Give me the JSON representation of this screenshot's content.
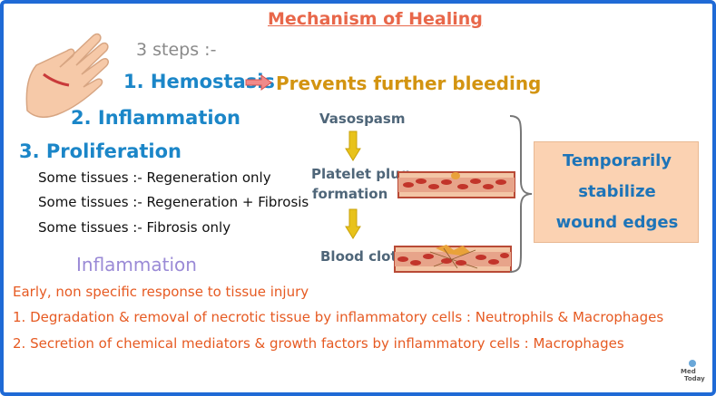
{
  "title": "Mechanism of Healing",
  "steps_label": "3 steps :-",
  "steps": [
    {
      "label": "1. Hemostasis",
      "result": "Prevents further bleeding"
    },
    {
      "label": "2. Inflammation"
    },
    {
      "label": "3. Proliferation"
    }
  ],
  "tissues": [
    "Some tissues :- Regeneration only",
    "Some tissues :- Regeneration + Fibrosis",
    "Some tissues :- Fibrosis only"
  ],
  "hemostasis_flow": {
    "vasospasm": "Vasospasm",
    "platelet_line1": "Platelet plug",
    "platelet_line2": "formation",
    "blood_clot": "Blood clot"
  },
  "box": {
    "line1": "Temporarily",
    "line2": "stabilize",
    "line3": "wound edges"
  },
  "inflammation": {
    "heading": "Inflammation",
    "definition": "Early, non specific response to tissue injury",
    "point1": "1. Degradation & removal of necrotic tissue by inflammatory cells : Neutrophils & Macrophages",
    "point2": "2. Secretion of chemical mediators & growth factors by inflammatory cells : Macrophages"
  },
  "logo": {
    "line1": "Med",
    "line2": "Today"
  },
  "colors": {
    "border": "#1f6ad6",
    "title": "#e8674a",
    "step": "#1b86c8",
    "result": "#d39411",
    "arrow": "#e8c21a",
    "box_fill": "#fbd2b2",
    "red_text": "#e65a22"
  }
}
